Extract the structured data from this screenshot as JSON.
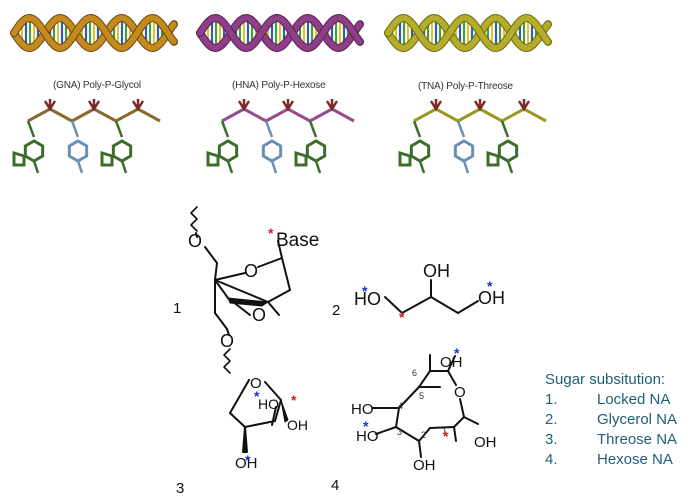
{
  "helices": [
    {
      "caption": "(GNA) Poly-P-Glycol",
      "colors": {
        "strand": "#c58a1e",
        "accent": "#6b4a12",
        "rungs": [
          "#2e5fa8",
          "#4b9a3c",
          "#d9c43a"
        ]
      }
    },
    {
      "caption": "(HNA) Poly-P-Hexose",
      "colors": {
        "strand": "#8e3f86",
        "accent": "#5b2256",
        "rungs": [
          "#2e5fa8",
          "#4b9a3c",
          "#d9c43a"
        ]
      }
    },
    {
      "caption": "(TNA) Poly-P-Threose",
      "colors": {
        "strand": "#b5ad2a",
        "accent": "#6d6a12",
        "rungs": [
          "#2e5fa8",
          "#4b9a3c",
          "#d9c43a"
        ]
      }
    }
  ],
  "fragments": [
    {
      "backbone_color": "#8a6a2c",
      "base_color": "#3c6e2a",
      "mid_base_color": "#6a8fb5"
    },
    {
      "backbone_color": "#9b4a92",
      "base_color": "#3c6e2a",
      "mid_base_color": "#6a8fb5"
    },
    {
      "backbone_color": "#9a9a22",
      "base_color": "#3c6e2a",
      "mid_base_color": "#6a8fb5"
    }
  ],
  "structures": {
    "s1": {
      "number": "1",
      "base_label": "Base",
      "atoms": {
        "o_top": "O",
        "o_ring": "O",
        "o_bridge": "O",
        "o_bottom": "O"
      }
    },
    "s2": {
      "number": "2",
      "atoms": {
        "ho_left": "HO",
        "oh_top": "OH",
        "oh_right": "OH"
      }
    },
    "s3": {
      "number": "3",
      "atoms": {
        "o_ring": "O",
        "ho": "HO",
        "oh_right": "OH",
        "oh_bottom": "OH"
      }
    },
    "s4": {
      "number": "4",
      "atoms": {
        "oh_top": "OH",
        "o_ring": "O",
        "ho_left": "HO",
        "ho_bottom_left": "HO",
        "oh_bottom": "OH",
        "oh_right": "OH"
      },
      "carbons": {
        "c1": "1",
        "c2": "2",
        "c3": "3",
        "c4": "4",
        "c5": "5",
        "c6": "6"
      }
    }
  },
  "marker": "*",
  "marker_colors": {
    "red": "#d22020",
    "blue": "#1a2fd0"
  },
  "legend": {
    "title": "Sugar subsitution:",
    "items": [
      {
        "num": "1.",
        "label": "Locked NA"
      },
      {
        "num": "2.",
        "label": "Glycerol NA"
      },
      {
        "num": "3.",
        "label": "Threose NA"
      },
      {
        "num": "4.",
        "label": "Hexose NA"
      }
    ]
  }
}
